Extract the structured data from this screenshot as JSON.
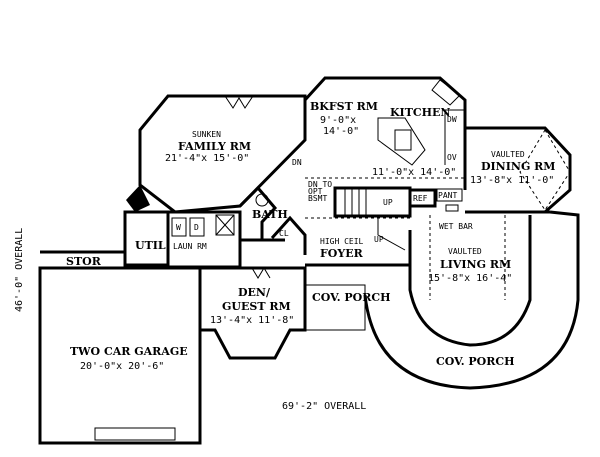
{
  "plan": {
    "overall_width": "69'-2\" OVERALL",
    "overall_depth": "46'-0\" OVERALL",
    "rooms": {
      "family": {
        "note": "SUNKEN",
        "name": "FAMILY RM",
        "size": "21'-4\"x 15'-0\"",
        "stair": "DN"
      },
      "breakfast": {
        "name": "BKFST RM",
        "size1": "9'-0\"x",
        "size2": "14'-0\""
      },
      "kitchen": {
        "name": "KITCHEN",
        "size": "11'-0\"x 14'-0\"",
        "dw": "DW",
        "ov": "OV"
      },
      "dining": {
        "note": "VAULTED",
        "name": "DINING RM",
        "size": "13'-8\"x 11'-0\""
      },
      "basement_stair": {
        "line1": "DN TO",
        "line2": "OPT",
        "line3": "BSMT",
        "up1": "UP",
        "up2": "UP"
      },
      "ref": "REF",
      "pantry": "PANT",
      "wet_bar": "WET BAR",
      "bath": "BATH",
      "closet": "CL",
      "washer": "W",
      "dryer": "D",
      "laundry": "LAUN RM",
      "util": "UTIL",
      "storage": "STOR",
      "foyer": {
        "note": "HIGH CEIL",
        "name": "FOYER"
      },
      "living": {
        "note": "VAULTED",
        "name": "LIVING RM",
        "size": "15'-8\"x 16'-4\""
      },
      "den": {
        "name1": "DEN/",
        "name2": "GUEST RM",
        "size": "13'-4\"x 11'-8\""
      },
      "front_porch": "COV. PORCH",
      "rear_porch": "COV. PORCH",
      "garage": {
        "name": "TWO CAR GARAGE",
        "size": "20'-0\"x 20'-6\""
      }
    }
  }
}
